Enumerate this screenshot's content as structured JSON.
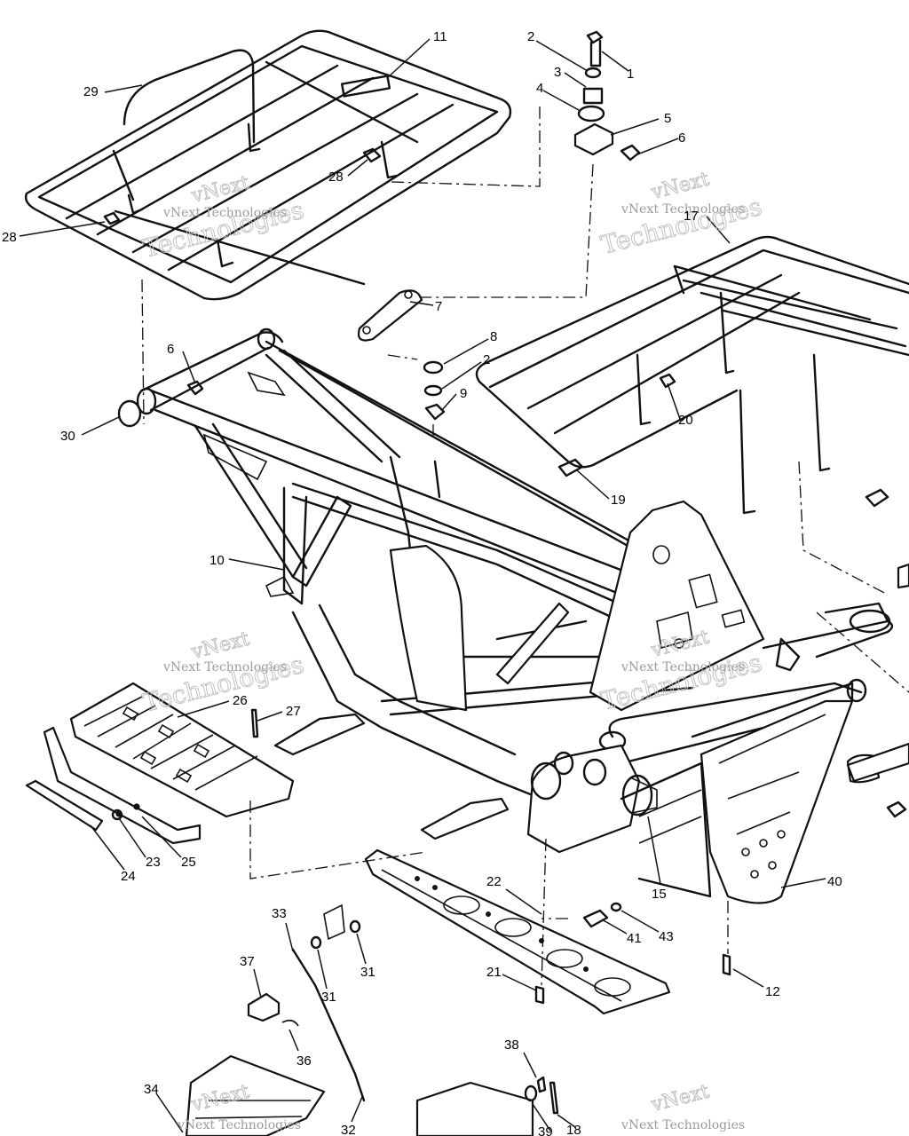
{
  "watermark": {
    "brand": "vNext",
    "company_line": "vNext Technologies",
    "word": "Technologies"
  },
  "callouts": [
    {
      "id": "c1",
      "label": "1"
    },
    {
      "id": "c2a",
      "label": "2"
    },
    {
      "id": "c3",
      "label": "3"
    },
    {
      "id": "c4",
      "label": "4"
    },
    {
      "id": "c5",
      "label": "5"
    },
    {
      "id": "c6a",
      "label": "6"
    },
    {
      "id": "c11",
      "label": "11"
    },
    {
      "id": "c29",
      "label": "29"
    },
    {
      "id": "c28a",
      "label": "28"
    },
    {
      "id": "c28b",
      "label": "28"
    },
    {
      "id": "c17",
      "label": "17"
    },
    {
      "id": "c7",
      "label": "7"
    },
    {
      "id": "c8",
      "label": "8"
    },
    {
      "id": "c2b",
      "label": "2"
    },
    {
      "id": "c9",
      "label": "9"
    },
    {
      "id": "c6b",
      "label": "6"
    },
    {
      "id": "c30",
      "label": "30"
    },
    {
      "id": "c20",
      "label": "20"
    },
    {
      "id": "c19",
      "label": "19"
    },
    {
      "id": "c10",
      "label": "10"
    },
    {
      "id": "c26",
      "label": "26"
    },
    {
      "id": "c27",
      "label": "27"
    },
    {
      "id": "c23",
      "label": "23"
    },
    {
      "id": "c25",
      "label": "25"
    },
    {
      "id": "c24",
      "label": "24"
    },
    {
      "id": "c22",
      "label": "22"
    },
    {
      "id": "c15",
      "label": "15"
    },
    {
      "id": "c40",
      "label": "40"
    },
    {
      "id": "c41",
      "label": "41"
    },
    {
      "id": "c43",
      "label": "43"
    },
    {
      "id": "c33",
      "label": "33"
    },
    {
      "id": "c31a",
      "label": "31"
    },
    {
      "id": "c31b",
      "label": "31"
    },
    {
      "id": "c37",
      "label": "37"
    },
    {
      "id": "c21",
      "label": "21"
    },
    {
      "id": "c12",
      "label": "12"
    },
    {
      "id": "c36",
      "label": "36"
    },
    {
      "id": "c38",
      "label": "38"
    },
    {
      "id": "c34",
      "label": "34"
    },
    {
      "id": "c32",
      "label": "32"
    },
    {
      "id": "c39",
      "label": "39"
    },
    {
      "id": "c18",
      "label": "18"
    }
  ]
}
